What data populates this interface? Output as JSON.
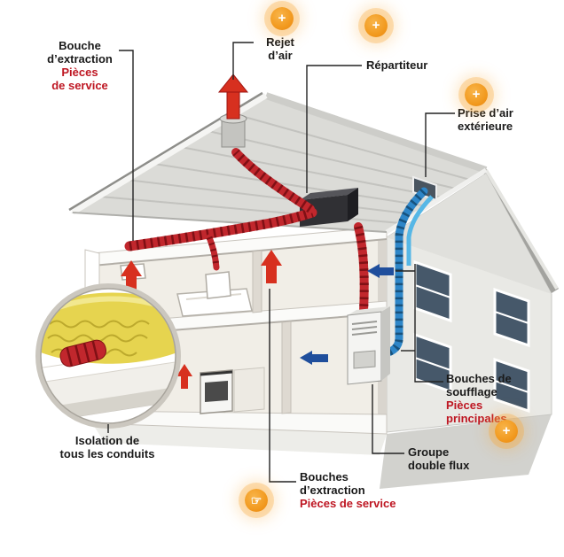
{
  "labels": {
    "bouche_extraction_top": {
      "line1": "Bouche",
      "line2": "d’extraction",
      "line3": "Pièces",
      "line4": "de service"
    },
    "rejet_air": {
      "line1": "Rejet",
      "line2": "d’air"
    },
    "repartiteur": {
      "line1": "Répartiteur"
    },
    "prise_air": {
      "line1": "Prise d’air",
      "line2": "extérieure"
    },
    "bouches_soufflage": {
      "line1": "Bouches de",
      "line2": "soufflage",
      "line3": "Pièces",
      "line4": "principales"
    },
    "groupe_double_flux": {
      "line1": "Groupe",
      "line2": "double flux"
    },
    "bouches_extraction_bottom": {
      "line1": "Bouches",
      "line2": "d’extraction",
      "line3": "Pièces de service"
    },
    "isolation": {
      "line1": "Isolation de",
      "line2": "tous les conduits"
    }
  },
  "hotspots": {
    "default_glyph": "+",
    "hand_glyph": "☞"
  },
  "colors": {
    "extraction_duct_red": "#C1272D",
    "supply_duct_blue": "#2E86C8",
    "fresh_air_cyan": "#56B7E6",
    "label_red": "#BE1622",
    "hotspot_orange": "#F29A1F",
    "roof_gray": "#DBDBD7",
    "insulation_yellow": "#E6D44F"
  }
}
